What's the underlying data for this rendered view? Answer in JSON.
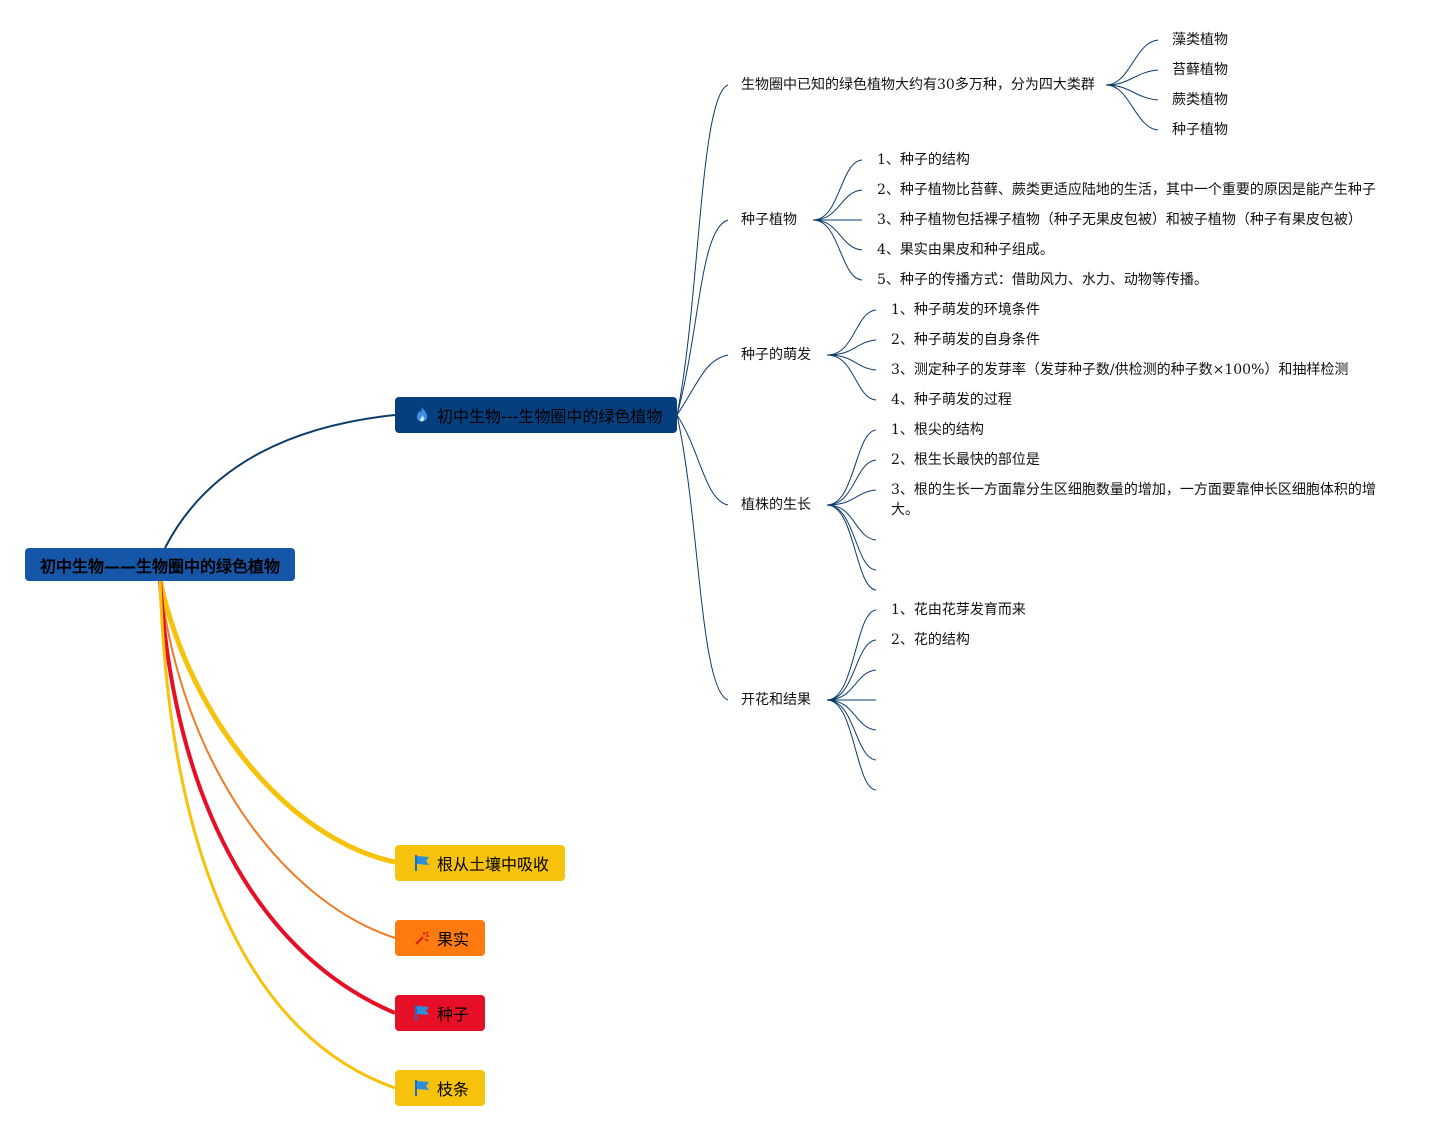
{
  "root": {
    "label": "初中生物——生物圈中的绿色植物"
  },
  "main": {
    "label": "初中生物---生物圈中的绿色植物",
    "icon": "flame-icon",
    "branches": [
      {
        "label": "生物圈中已知的绿色植物大约有30多万种，分为四大类群",
        "children": [
          "藻类植物",
          "苔藓植物",
          "蕨类植物",
          "种子植物"
        ]
      },
      {
        "label": "种子植物",
        "children": [
          "1、种子的结构",
          "2、种子植物比苔藓、蕨类更适应陆地的生活，其中一个重要的原因是能产生种子",
          "3、种子植物包括裸子植物（种子无果皮包被）和被子植物（种子有果皮包被）",
          "4、果实由果皮和种子组成。",
          "5、种子的传播方式：借助风力、水力、动物等传播。"
        ]
      },
      {
        "label": "种子的萌发",
        "children": [
          "1、种子萌发的环境条件",
          "2、种子萌发的自身条件",
          "3、测定种子的发芽率（发芽种子数/供检测的种子数×100%）和抽样检测",
          "4、种子萌发的过程"
        ]
      },
      {
        "label": "植株的生长",
        "children": [
          "1、根尖的结构",
          "2、根生长最快的部位是",
          "3、根的生长一方面靠分生区细胞数量的增加，一方面要靠伸长区细胞体积的增大。"
        ]
      },
      {
        "label": "开花和结果",
        "children": [
          "1、花由花芽发育而来",
          "2、花的结构"
        ]
      }
    ]
  },
  "floating": [
    {
      "label": "根从土壤中吸收",
      "icon": "flag-icon",
      "color": "#f7c20c"
    },
    {
      "label": "果实",
      "icon": "firework-icon",
      "color": "#ff7a0f"
    },
    {
      "label": "种子",
      "icon": "flag-icon",
      "color": "#e60f26"
    },
    {
      "label": "枝条",
      "icon": "flag-icon",
      "color": "#f7c20c"
    }
  ],
  "colors": {
    "root": "#1656a8",
    "main": "#073e7d",
    "line": "#0b3b6b"
  }
}
